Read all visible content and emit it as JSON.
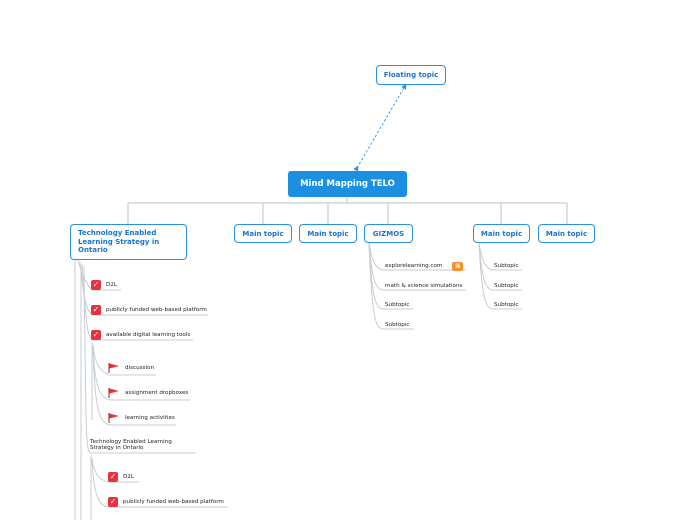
{
  "root": {
    "label": "Mind Mapping TELO"
  },
  "floating_topic": {
    "label": "Floating topic"
  },
  "main_topics": [
    {
      "label": "Technology Enabled Learning Strategy in Ontario"
    },
    {
      "label": "Main topic"
    },
    {
      "label": "Main topic"
    },
    {
      "label": "GIZMOS"
    },
    {
      "label": "Main topic"
    },
    {
      "label": "Main topic"
    }
  ],
  "strategy_branch": {
    "items": [
      {
        "label": "D2L",
        "marker": "checkbox-icon"
      },
      {
        "label": "publicly funded web-based platform",
        "marker": "checkbox-icon"
      },
      {
        "label": "available digital learning tools",
        "marker": "checkbox-icon"
      }
    ],
    "tools": [
      {
        "label": "discussion",
        "marker": "red-flag-icon"
      },
      {
        "label": "assignment dropboxes",
        "marker": "red-flag-icon"
      },
      {
        "label": "learning activities",
        "marker": "red-flag-icon"
      }
    ],
    "nested_topic": {
      "label": "Technology Enabled Learning Strategy in Ontario"
    },
    "nested_items": [
      {
        "label": "D2L",
        "marker": "checkbox-icon"
      },
      {
        "label": "publicly funded web-based platform",
        "marker": "checkbox-icon"
      }
    ]
  },
  "gizmos_branch": {
    "items": [
      {
        "label": "explorelearning.com",
        "badge": "link-icon"
      },
      {
        "label": "math & science simulations"
      },
      {
        "label": "Subtopic"
      },
      {
        "label": "Subtopic"
      }
    ]
  },
  "main5_branch": {
    "items": [
      {
        "label": "Subtopic"
      },
      {
        "label": "Subtopic"
      },
      {
        "label": "Subtopic"
      }
    ]
  },
  "colors": {
    "root_fill": "#1b8fe0",
    "topic_border": "#2b8fe0",
    "topic_text": "#1b73d0",
    "connector": "#b9c3cc",
    "floating_link": "#2b8fe0",
    "checkbox": "#e8323d",
    "flag": "#e8323d",
    "link_badge": "#f2932a"
  }
}
